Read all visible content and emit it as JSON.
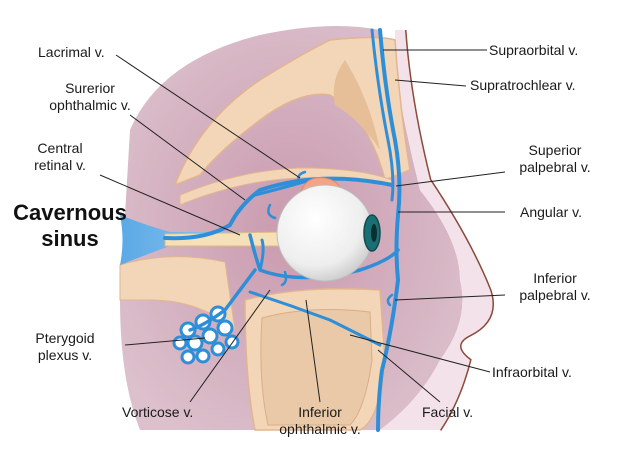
{
  "labels": {
    "lacrimal": "Lacrimal v.",
    "superior_ophthalmic_1": "Surerior",
    "superior_ophthalmic_2": "ophthalmic v.",
    "central_retinal_1": "Central",
    "central_retinal_2": "retinal v.",
    "cavernous_1": "Cavernous",
    "cavernous_2": "sinus",
    "pterygoid_1": "Pterygoid",
    "pterygoid_2": "plexus v.",
    "vorticose": "Vorticose v.",
    "inferior_ophthalmic_1": "Inferior",
    "inferior_ophthalmic_2": "ophthalmic v.",
    "facial": "Facial v.",
    "infraorbital": "Infraorbital  v.",
    "inferior_palpebral_1": "Inferior",
    "inferior_palpebral_2": "palpebral v.",
    "angular": "Angular v.",
    "superior_palpebral_1": "Superior",
    "superior_palpebral_2": "palpebral v.",
    "supratrochlear": "Supratrochlear v.",
    "supraorbital": "Supraorbital v."
  },
  "colors": {
    "vein": "#2e8fd8",
    "skull_outer": "#d9b8c6",
    "skull_inner": "#c89aae",
    "bone": "#f3d6b8",
    "bone_dark": "#e6bf98",
    "skin_line": "#8b4a3a",
    "eye": "#f2f2f2",
    "iris": "#1a6f75",
    "gland": "#f0a489"
  }
}
